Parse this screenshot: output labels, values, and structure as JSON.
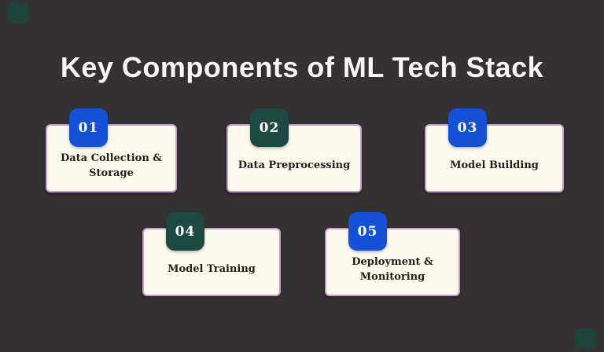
{
  "title": "Key Components of ML Tech Stack",
  "colors": {
    "background": "#343132",
    "title_color": "#f8f6f4",
    "card_bg": "#fcf9ee",
    "card_border": "#c0a0c6",
    "label_color": "#211f1e",
    "badge_blue": "#1551d6",
    "badge_green": "#1d4a40",
    "badge_text": "#ffffff",
    "corner_accent": "#1c4239"
  },
  "cards": [
    {
      "number": "01",
      "label": "Data Collection & Storage",
      "badge": "blue"
    },
    {
      "number": "02",
      "label": "Data Preprocessing",
      "badge": "green"
    },
    {
      "number": "03",
      "label": "Model Building",
      "badge": "blue"
    },
    {
      "number": "04",
      "label": "Model Training",
      "badge": "green"
    },
    {
      "number": "05",
      "label": "Deployment & Monitoring",
      "badge": "blue"
    }
  ]
}
